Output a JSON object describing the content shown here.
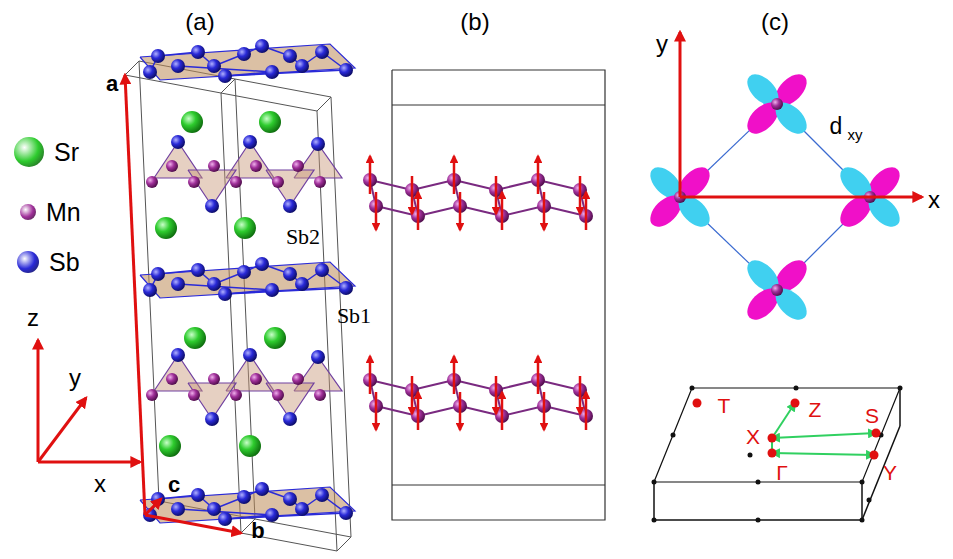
{
  "diagram": {
    "labels": [
      "(a)",
      "(b)",
      "(c)",
      "Sb2",
      "Sb1",
      "z",
      "y",
      "x",
      "a",
      "c",
      "b",
      "y",
      "x",
      "d",
      "xy",
      "T",
      "Z",
      "X",
      "S",
      "Γ",
      "Y"
    ],
    "legend": [
      {
        "text": "Sr",
        "color": "#2ecc2e"
      },
      {
        "text": "Mn",
        "color": "#a0309a"
      },
      {
        "text": "Sb",
        "color": "#2a2ad8"
      }
    ]
  }
}
